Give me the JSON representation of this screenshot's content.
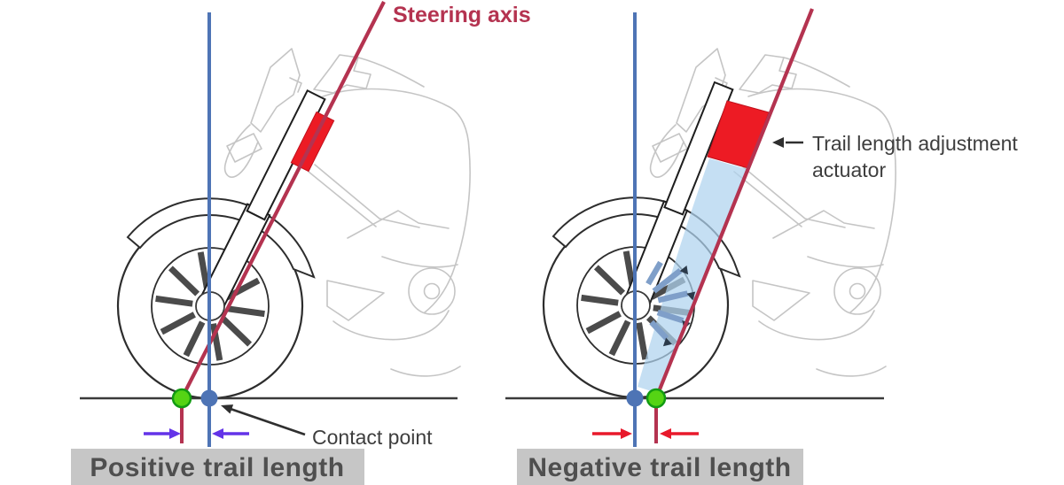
{
  "labels": {
    "steering_axis": "Steering axis",
    "contact_point": "Contact point",
    "actuator_line1": "Trail length adjustment",
    "actuator_line2": "actuator",
    "caption_left": "Positive trail length",
    "caption_right": "Negative trail length"
  },
  "colors": {
    "steering_axis": "#b43350",
    "actuator": "#ed1b24",
    "reference_blue": "#4e74b5",
    "ground_dot_green": "#55d414",
    "ground_dot_green_stroke": "#129b12",
    "trail_arrows_positive": "#6333e8",
    "trail_arrows_negative": "#e8192b",
    "sweep_fill": "#aed2ef",
    "ghost_spoke": "#7f9fc9",
    "caption_bg": "#c6c6c6",
    "caption_text": "#4f4f4f",
    "annotation_text": "#3e3e3e",
    "ground": "#3a3a3a",
    "outline": "#2d2d2d",
    "spoke": "#4b4b4b",
    "sketch": "#c5c5c5"
  }
}
